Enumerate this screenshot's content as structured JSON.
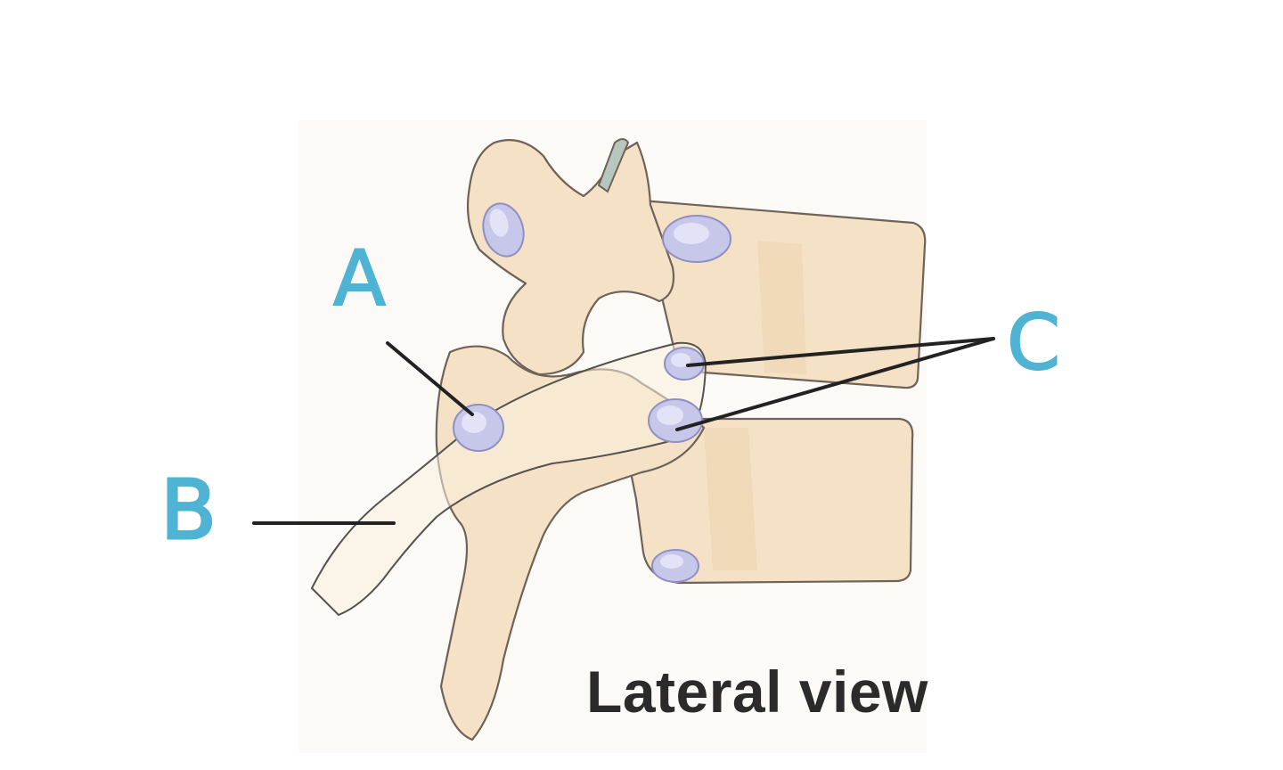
{
  "caption": "Lateral view",
  "labels": {
    "a": "A",
    "b": "B",
    "c": "C"
  },
  "colors": {
    "label": "#4fb3d4",
    "bone": "#f5e2c6",
    "facet": "#c7c7ea",
    "caption": "#2b2b2b",
    "leader": "#222222"
  }
}
